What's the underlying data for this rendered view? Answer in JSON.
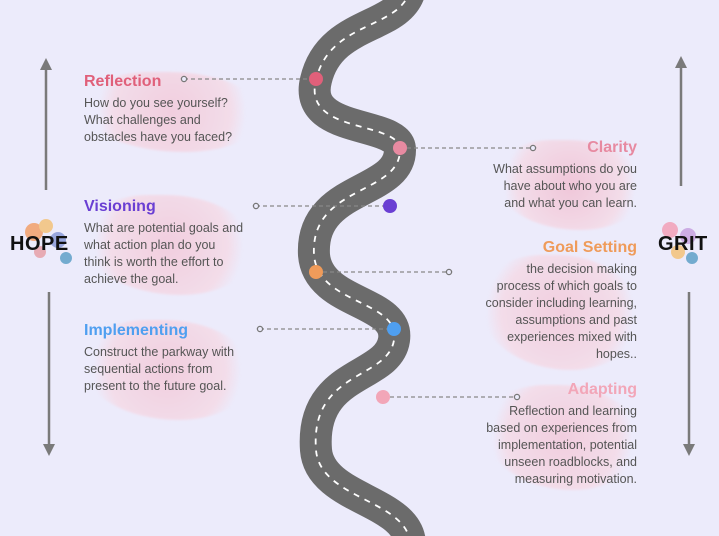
{
  "left_label": "HOPE",
  "right_label": "GRIT",
  "colors": {
    "background": "#ecebfb",
    "road": "#6b6b6b",
    "reflection": "#e0607a",
    "visioning": "#6a3fd3",
    "implementing": "#4f9ff0",
    "clarity": "#e78aa1",
    "goal_setting": "#ef9b5a",
    "adapting": "#f2a6b8"
  },
  "stages": {
    "reflection": {
      "title": "Reflection",
      "lines": [
        "How do you see yourself?",
        "What challenges and",
        "obstacles have you faced?"
      ]
    },
    "visioning": {
      "title": "Visioning",
      "lines": [
        "What are potential goals and",
        "what action plan do you",
        "think is worth the effort to",
        "achieve the goal."
      ]
    },
    "implementing": {
      "title": "Implementing",
      "lines": [
        "Construct the parkway with",
        "sequential actions from",
        "present to the future goal."
      ]
    },
    "clarity": {
      "title": "Clarity",
      "lines": [
        "What assumptions do you",
        "have about who you are",
        "and what you can learn."
      ]
    },
    "goal_setting": {
      "title": "Goal Setting",
      "lines": [
        "the decision making",
        "process of which goals to",
        "consider including learning,",
        "assumptions and past",
        "experiences mixed with",
        "hopes.."
      ]
    },
    "adapting": {
      "title": "Adapting",
      "lines": [
        "Reflection and learning",
        "based on experiences from",
        "implementation, potential",
        "unseen roadblocks, and",
        "measuring motivation."
      ]
    }
  }
}
